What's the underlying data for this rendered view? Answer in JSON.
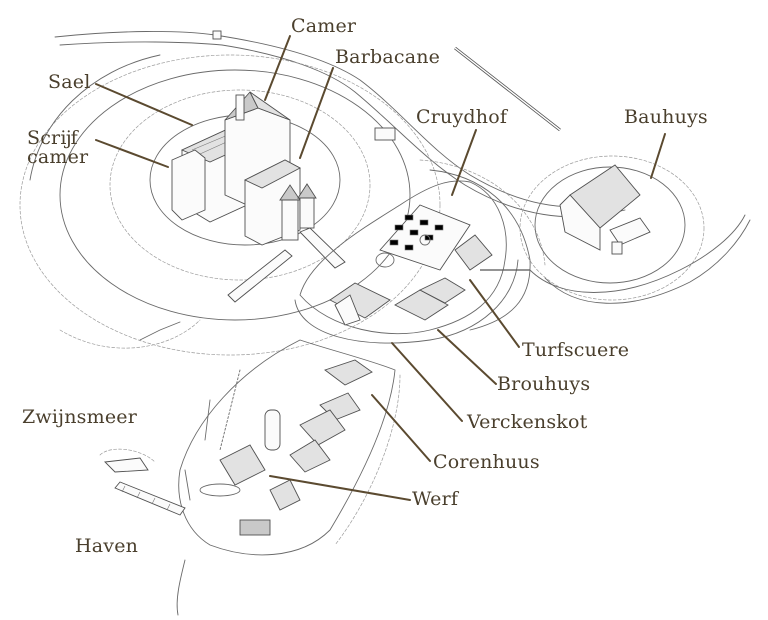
{
  "title": "Kasteel overzichtskaart",
  "colors": {
    "label": "#4a3f2d",
    "leader": "#5b4a30",
    "ink": "#505050"
  },
  "labels": {
    "camer": "Camer",
    "barbacane": "Barbacane",
    "sael": "Sael",
    "scrijf_camer_line1": "Scrĳf",
    "scrijf_camer_line2": "camer",
    "cruydhof": "Cruydhof",
    "bauhuys": "Bauhuys",
    "turfscuere": "Turfscuere",
    "brouhuys": "Brouhuys",
    "verckenskot": "Verckenskot",
    "corenhuus": "Corenhuus",
    "werf": "Werf",
    "zwijnsmeer": "Zwijnsmeer",
    "haven": "Haven"
  }
}
